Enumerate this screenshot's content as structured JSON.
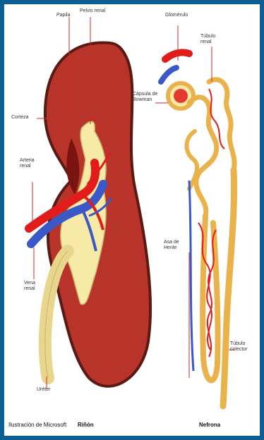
{
  "colors": {
    "frame": "#0b5f95",
    "kidney": "#b8342b",
    "kidney_outline": "#5a1a14",
    "pelvis": "#f6eaa6",
    "artery": "#e21b1b",
    "vein": "#3a58c8",
    "tubule": "#e9b24a",
    "leader_line": "#cc2a2a"
  },
  "kidney_labels": {
    "papila": "Papila",
    "pelvis": "Pelvis renal",
    "cortex": "Corteza",
    "artery": "Arteria renal",
    "vein": "Vena renal",
    "ureter": "Uréter"
  },
  "nephron_labels": {
    "glomerulus": "Glomérulo",
    "tubule_renal": "Túbulo renal",
    "bowman": "Cápsula de Bowman",
    "henle": "Asa de Henle",
    "collector": "Túbulo colector"
  },
  "captions": {
    "credit": "Ilustración de Microsoft",
    "kidney": "Riñón",
    "nephron": "Nefrona"
  }
}
